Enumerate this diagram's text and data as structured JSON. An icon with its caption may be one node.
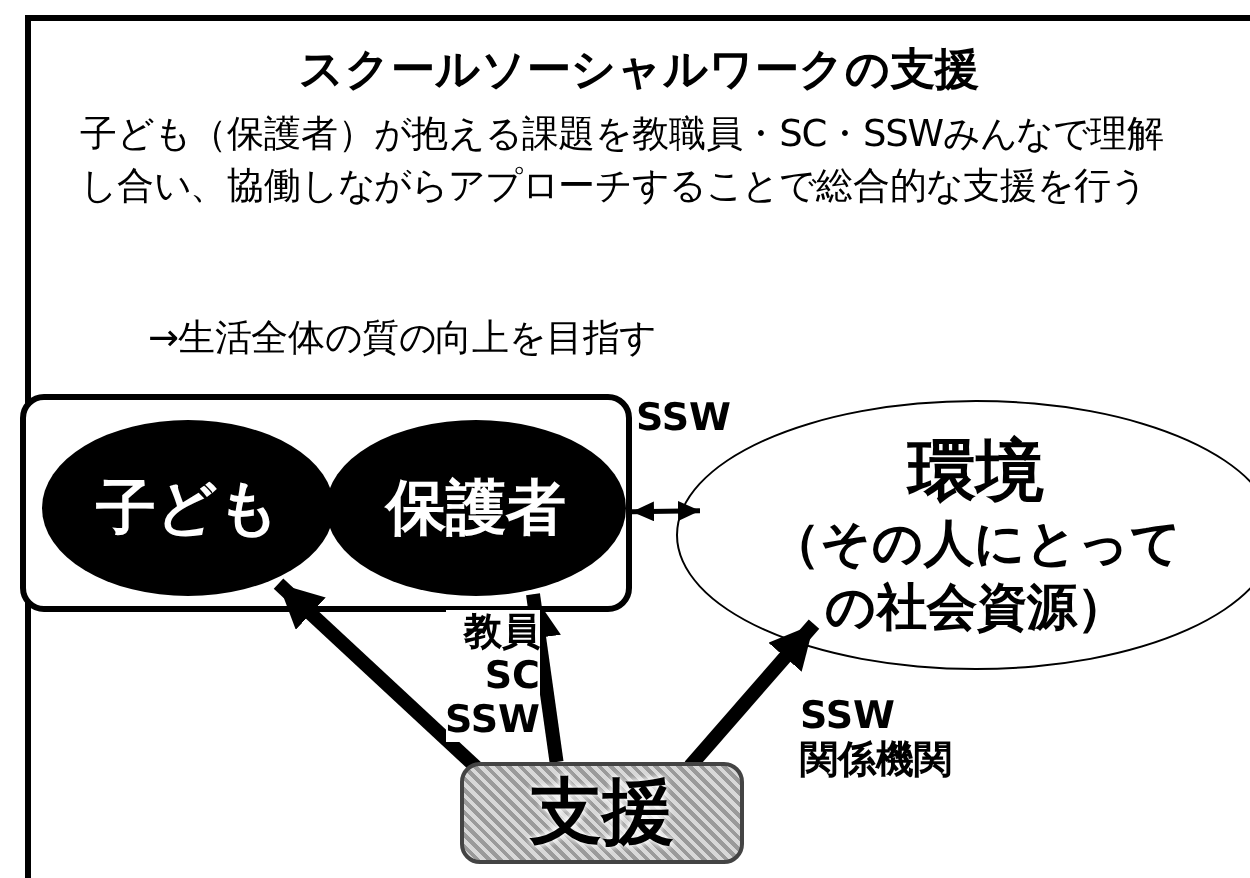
{
  "diagram": {
    "title": "スクールソーシャルワークの支援",
    "nodes": [
      {
        "text": [],
        "shape": "box"
      },
      {
        "text": [
          "子ども"
        ],
        "in": 0
      },
      {
        "text": [
          "保護者"
        ],
        "in": 0
      },
      {
        "text": [
          "環境",
          "（その人にとっての社会資源）"
        ]
      },
      {
        "text": [
          "支援"
        ]
      }
    ],
    "edges": [
      {
        "from": 0,
        "to": 3,
        "arrow": "both",
        "label": "SSW"
      },
      {
        "from": 4,
        "to": 1,
        "arrow": "to"
      },
      {
        "from": 4,
        "to": 2,
        "arrow": "to",
        "label": "教員 SC SSW"
      },
      {
        "from": 4,
        "to": 3,
        "arrow": "to",
        "label": "SSW 関係機関"
      }
    ],
    "labels": [
      "子ども（保護者）が抱える課題を教職員・SC・SSWみんなで理解し合い、協働しながらアプローチすることで総合的な支援を行う",
      "→生活全体の質の向上を目指す"
    ]
  }
}
